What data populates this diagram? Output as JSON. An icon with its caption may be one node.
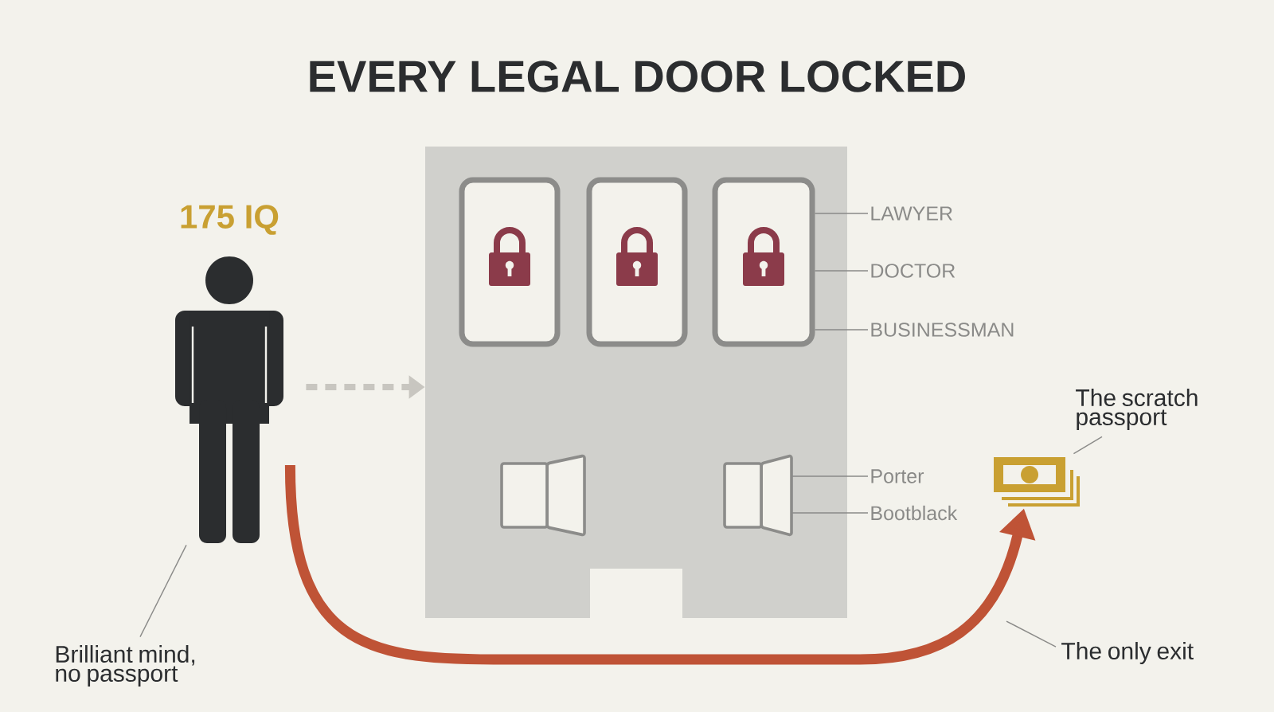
{
  "diagram": {
    "title": "EVERY LEGAL DOOR LOCKED",
    "nodes": [
      {
        "text": [],
        "shape": "person",
        "beside": [
          "175 IQ"
        ]
      },
      {
        "text": [
          "Brilliant mind, no passport"
        ]
      },
      {
        "text": [],
        "shape": "box"
      },
      {
        "text": [],
        "shape": "box",
        "in": 2
      },
      {
        "text": [],
        "shape": "box",
        "in": 2
      },
      {
        "text": [],
        "shape": "box",
        "in": 2
      },
      {
        "text": [],
        "shape": "box",
        "in": 2
      },
      {
        "text": [],
        "shape": "box",
        "in": 2
      },
      {
        "text": [
          "LAWYER"
        ]
      },
      {
        "text": [
          "DOCTOR"
        ]
      },
      {
        "text": [
          "BUSINESSMAN"
        ]
      },
      {
        "text": [
          "Porter"
        ]
      },
      {
        "text": [
          "Bootblack"
        ]
      },
      {
        "text": [],
        "shape": "picture"
      },
      {
        "text": [
          "The scratch passport"
        ]
      },
      {
        "text": [
          "The only exit"
        ]
      }
    ],
    "edges": [
      {
        "from": 1,
        "to": 0,
        "arrow": "none"
      },
      {
        "from": 0,
        "to": 2,
        "arrow": "to",
        "style": "dashed",
        "color": "#c8c6c0"
      },
      {
        "from": 0,
        "to": 13,
        "arrow": "to",
        "style": "thick",
        "color": "#bf5336"
      },
      {
        "from": 8,
        "to": 5,
        "arrow": "none"
      },
      {
        "from": 9,
        "to": 5,
        "arrow": "none"
      },
      {
        "from": 10,
        "to": 5,
        "arrow": "none"
      },
      {
        "from": 11,
        "to": 7,
        "arrow": "none"
      },
      {
        "from": 12,
        "to": 7,
        "arrow": "none"
      },
      {
        "from": 14,
        "to": 13,
        "arrow": "none"
      },
      {
        "from": 15,
        "to": null,
        "arrow": "none"
      }
    ]
  }
}
